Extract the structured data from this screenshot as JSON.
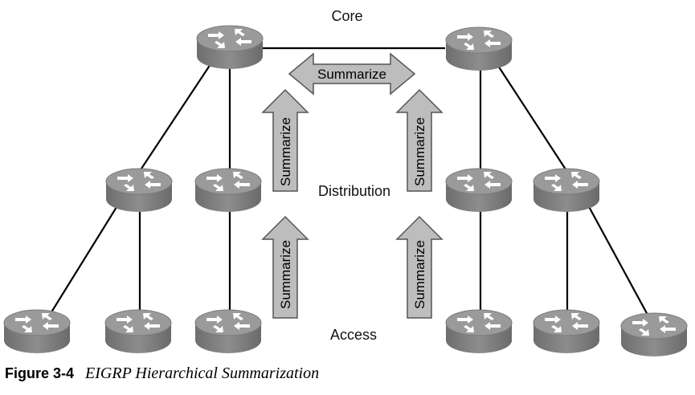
{
  "diagram": {
    "layers": {
      "core": "Core",
      "distribution": "Distribution",
      "access": "Access"
    },
    "summarize_label": "Summarize",
    "router_color": "#888888",
    "arrow_fill": "#bdbdbd"
  },
  "caption": {
    "figure_number": "Figure 3-4",
    "title": "EIGRP Hierarchical Summarization"
  }
}
